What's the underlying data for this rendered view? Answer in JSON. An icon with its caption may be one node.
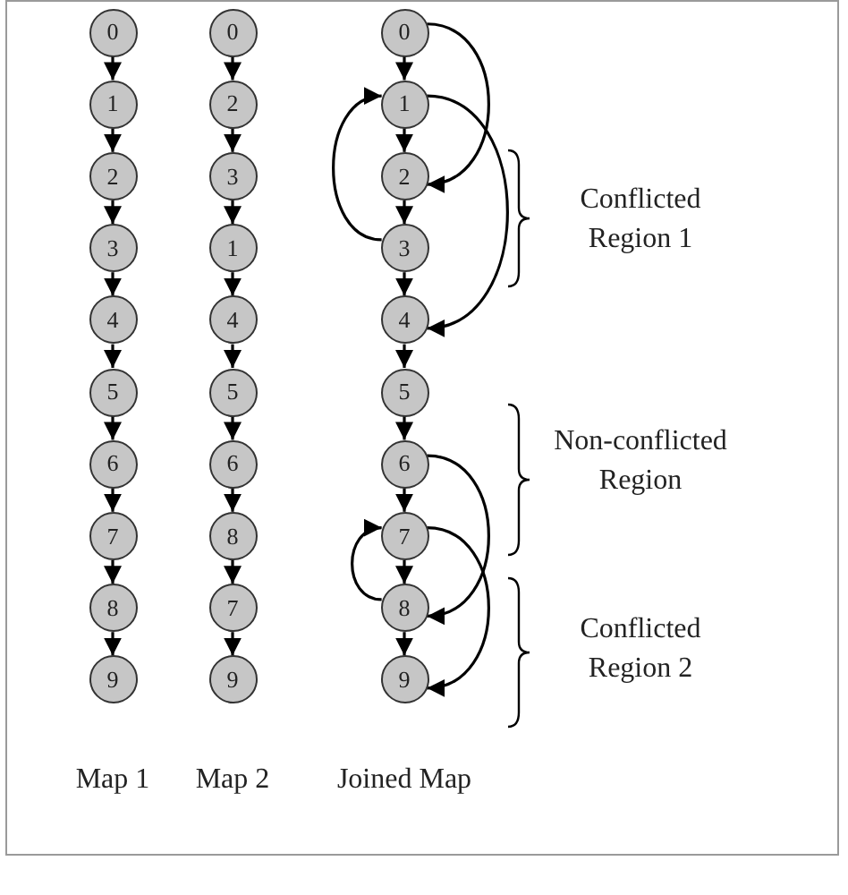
{
  "diagram": {
    "nodes": [
      {
        "text": [
          "0"
        ]
      },
      {
        "text": [
          "1"
        ]
      },
      {
        "text": [
          "2"
        ]
      },
      {
        "text": [
          "3"
        ]
      },
      {
        "text": [
          "4"
        ]
      },
      {
        "text": [
          "5"
        ]
      },
      {
        "text": [
          "6"
        ]
      },
      {
        "text": [
          "7"
        ]
      },
      {
        "text": [
          "8"
        ]
      },
      {
        "text": [
          "9"
        ]
      },
      {
        "text": [
          "0"
        ]
      },
      {
        "text": [
          "2"
        ]
      },
      {
        "text": [
          "3"
        ]
      },
      {
        "text": [
          "1"
        ]
      },
      {
        "text": [
          "4"
        ]
      },
      {
        "text": [
          "5"
        ]
      },
      {
        "text": [
          "6"
        ]
      },
      {
        "text": [
          "8"
        ]
      },
      {
        "text": [
          "7"
        ]
      },
      {
        "text": [
          "9"
        ]
      },
      {
        "text": [
          "0"
        ]
      },
      {
        "text": [
          "1"
        ]
      },
      {
        "text": [
          "2"
        ]
      },
      {
        "text": [
          "3"
        ]
      },
      {
        "text": [
          "4"
        ]
      },
      {
        "text": [
          "5"
        ]
      },
      {
        "text": [
          "6"
        ]
      },
      {
        "text": [
          "7"
        ]
      },
      {
        "text": [
          "8"
        ]
      },
      {
        "text": [
          "9"
        ]
      }
    ],
    "edges": [
      {
        "from": 0,
        "to": 1,
        "arrow": "to"
      },
      {
        "from": 1,
        "to": 2,
        "arrow": "to"
      },
      {
        "from": 2,
        "to": 3,
        "arrow": "to"
      },
      {
        "from": 3,
        "to": 4,
        "arrow": "to"
      },
      {
        "from": 4,
        "to": 5,
        "arrow": "to"
      },
      {
        "from": 5,
        "to": 6,
        "arrow": "to"
      },
      {
        "from": 6,
        "to": 7,
        "arrow": "to"
      },
      {
        "from": 7,
        "to": 8,
        "arrow": "to"
      },
      {
        "from": 8,
        "to": 9,
        "arrow": "to"
      },
      {
        "from": 10,
        "to": 11,
        "arrow": "to"
      },
      {
        "from": 11,
        "to": 12,
        "arrow": "to"
      },
      {
        "from": 12,
        "to": 13,
        "arrow": "to"
      },
      {
        "from": 13,
        "to": 14,
        "arrow": "to"
      },
      {
        "from": 14,
        "to": 15,
        "arrow": "to"
      },
      {
        "from": 15,
        "to": 16,
        "arrow": "to"
      },
      {
        "from": 16,
        "to": 17,
        "arrow": "to"
      },
      {
        "from": 17,
        "to": 18,
        "arrow": "to"
      },
      {
        "from": 18,
        "to": 19,
        "arrow": "to"
      },
      {
        "from": 20,
        "to": 21,
        "arrow": "to"
      },
      {
        "from": 21,
        "to": 22,
        "arrow": "to"
      },
      {
        "from": 22,
        "to": 23,
        "arrow": "to"
      },
      {
        "from": 23,
        "to": 24,
        "arrow": "to"
      },
      {
        "from": 24,
        "to": 25,
        "arrow": "to"
      },
      {
        "from": 25,
        "to": 26,
        "arrow": "to"
      },
      {
        "from": 26,
        "to": 27,
        "arrow": "to"
      },
      {
        "from": 27,
        "to": 28,
        "arrow": "to"
      },
      {
        "from": 28,
        "to": 29,
        "arrow": "to"
      },
      {
        "from": 20,
        "to": 22,
        "arrow": "to"
      },
      {
        "from": 21,
        "to": 24,
        "arrow": "to"
      },
      {
        "from": 23,
        "to": 21,
        "arrow": "to"
      },
      {
        "from": 26,
        "to": 28,
        "arrow": "to"
      },
      {
        "from": 27,
        "to": 29,
        "arrow": "to"
      },
      {
        "from": 28,
        "to": 27,
        "arrow": "to"
      }
    ],
    "labels": [
      "Conflicted Region 1",
      "Non-conflicted Region",
      "Conflicted Region 2",
      "Map 1",
      "Map 2",
      "Joined Map"
    ]
  }
}
